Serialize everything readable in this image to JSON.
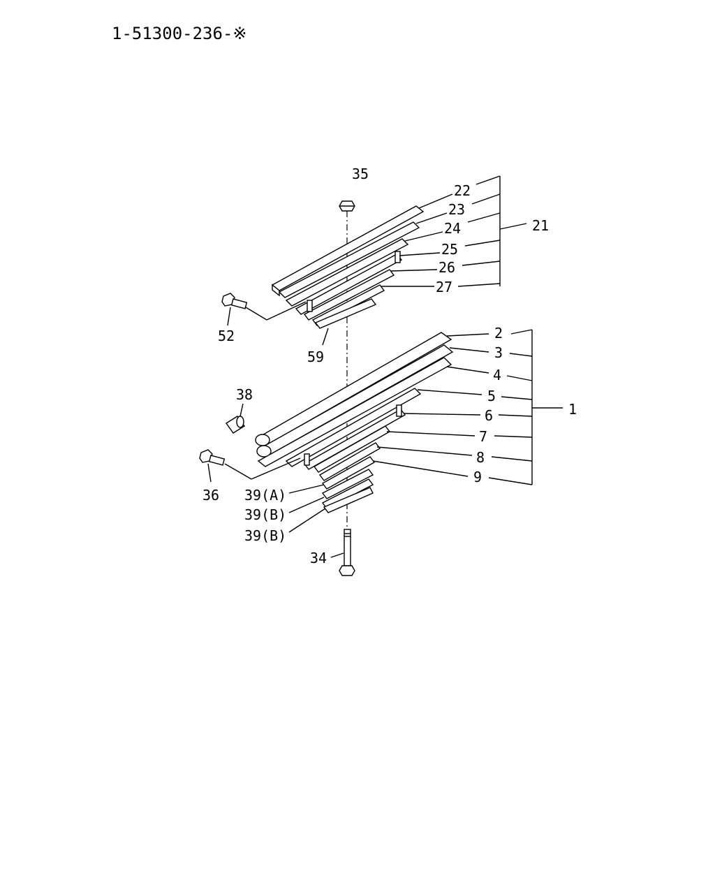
{
  "diagram": {
    "part_number": "1-51300-236-※",
    "callouts": {
      "c1": "1",
      "c2": "2",
      "c3": "3",
      "c4": "4",
      "c5": "5",
      "c6": "6",
      "c7": "7",
      "c8": "8",
      "c9": "9",
      "c21": "21",
      "c22": "22",
      "c23": "23",
      "c24": "24",
      "c25": "25",
      "c26": "26",
      "c27": "27",
      "c34": "34",
      "c35": "35",
      "c36": "36",
      "c38": "38",
      "c39a": "39(A)",
      "c39b1": "39(B)",
      "c39b2": "39(B)",
      "c52": "52",
      "c59": "59"
    }
  }
}
